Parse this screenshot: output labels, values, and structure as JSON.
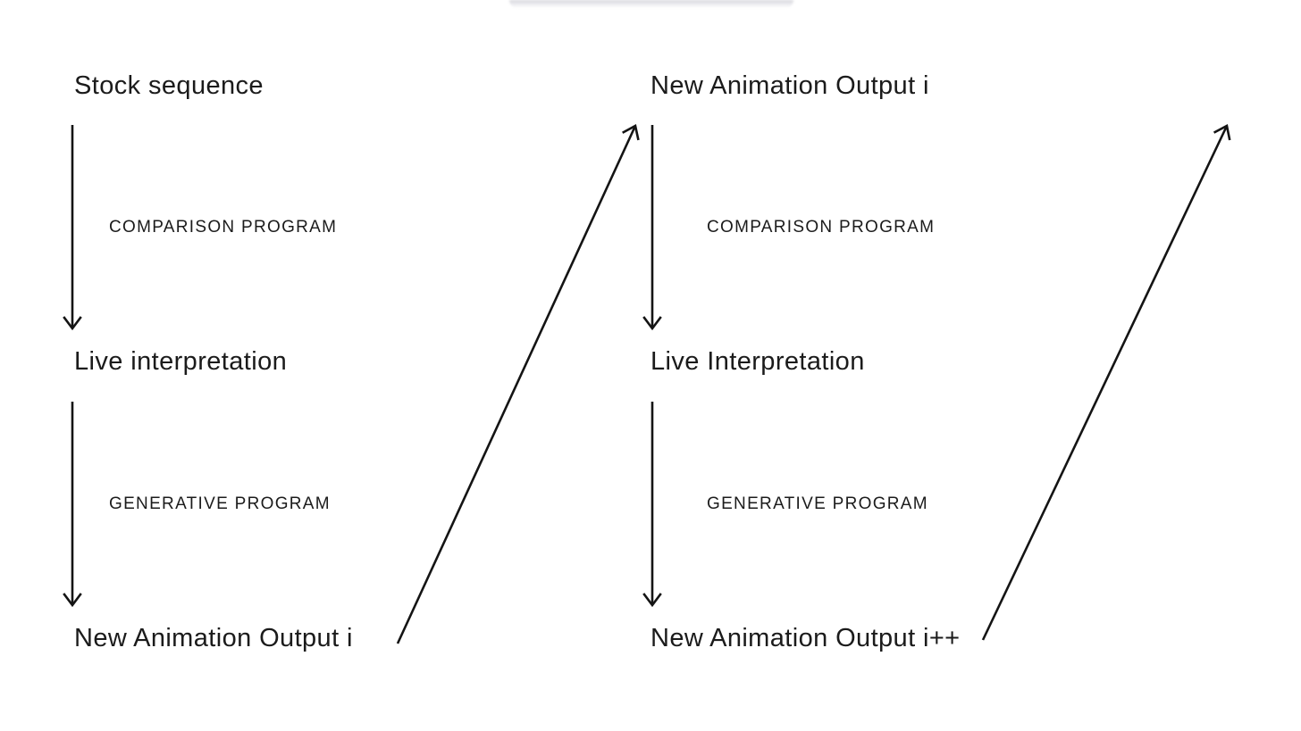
{
  "canvas": {
    "background": "#ffffff",
    "text_color": "#1b1b1b",
    "arrow_color": "#141414"
  },
  "diagram": {
    "iteration1": {
      "input_node": "Stock sequence",
      "comparison_edge": "COMPARISON PROGRAM",
      "middle_node": "Live interpretation",
      "generative_edge": "GENERATIVE PROGRAM",
      "output_node": "New Animation Output i"
    },
    "iteration2": {
      "input_node": "New Animation Output i",
      "comparison_edge": "COMPARISON PROGRAM",
      "middle_node": "Live Interpretation",
      "generative_edge": "GENERATIVE PROGRAM",
      "output_node": "New Animation Output i++"
    }
  }
}
